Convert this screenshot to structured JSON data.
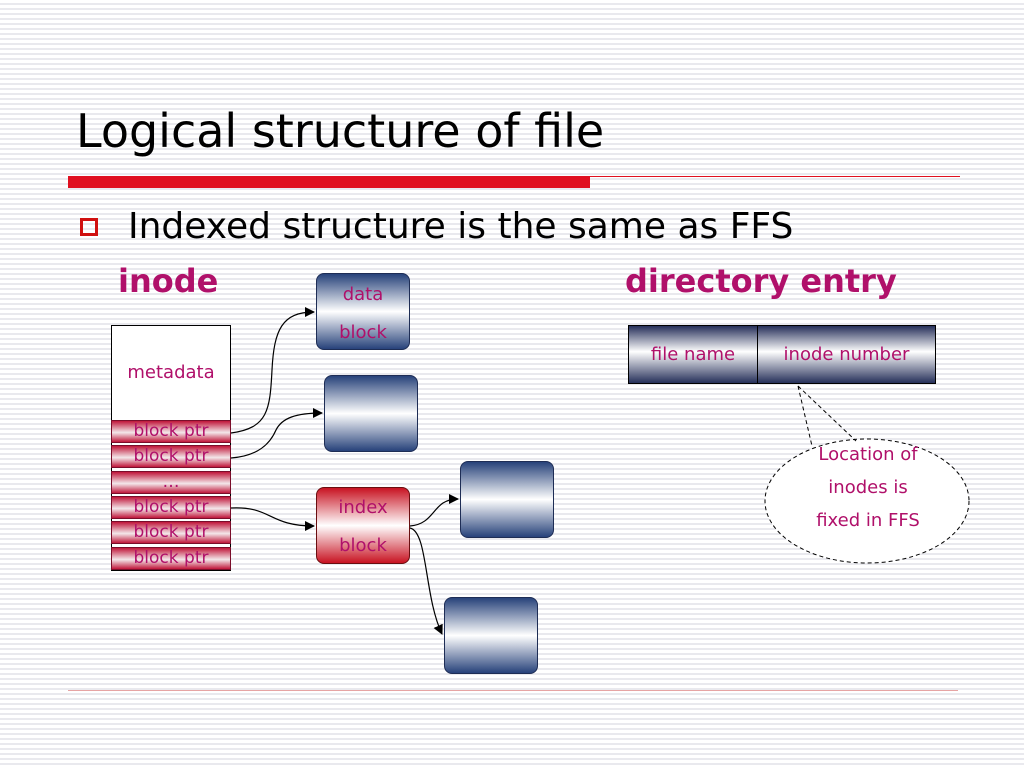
{
  "slide": {
    "title": "Logical structure of file",
    "bullet": "Indexed structure is the same as FFS"
  },
  "diagram": {
    "inode_heading": "inode",
    "directory_heading": "directory entry",
    "inode": {
      "metadata_label": "metadata",
      "pointers": [
        "block ptr",
        "block ptr",
        "…",
        "block ptr",
        "block ptr",
        "block ptr"
      ]
    },
    "data_block": {
      "line1": "data",
      "line2": "block"
    },
    "index_block": {
      "line1": "index",
      "line2": "block"
    },
    "directory_entry": {
      "file_name": "file name",
      "inode_number": "inode number"
    },
    "callout": "Location of inodes is fixed in FFS"
  },
  "colors": {
    "accent_magenta": "#b0106a",
    "title_rule_red": "#e01020",
    "block_blue": "#27427a",
    "block_red": "#c81322"
  }
}
